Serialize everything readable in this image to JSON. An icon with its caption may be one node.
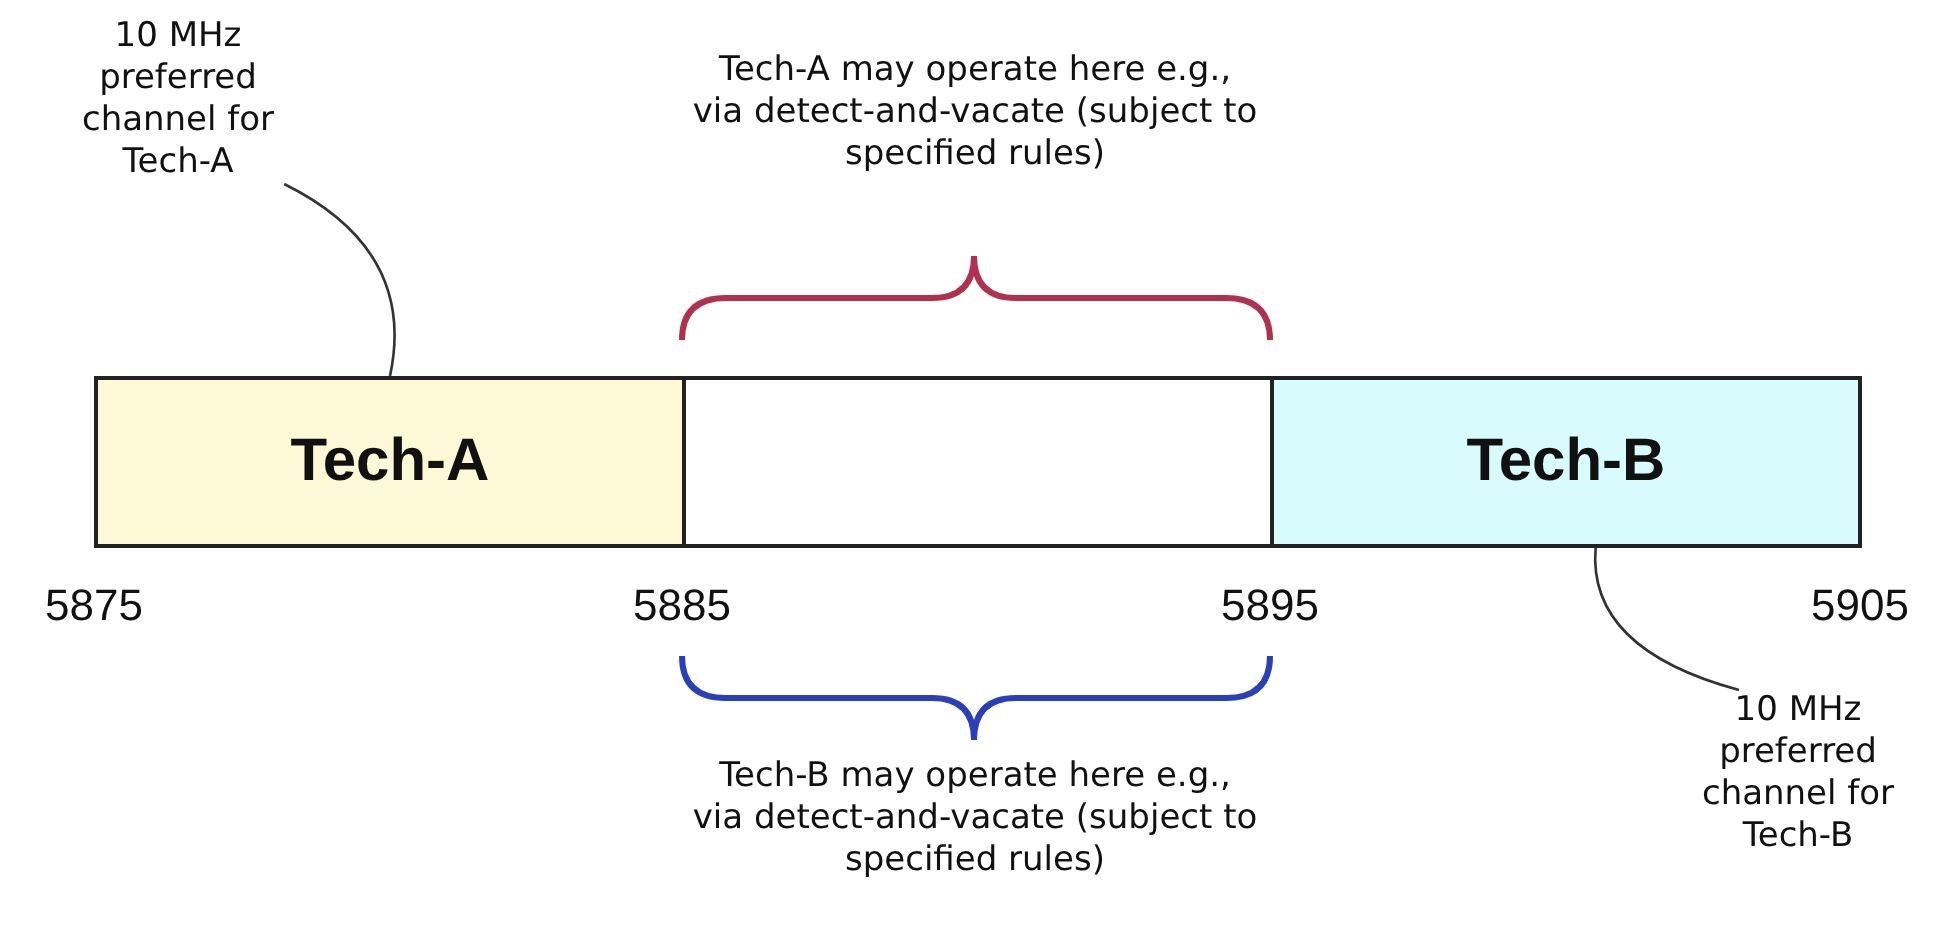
{
  "diagram": {
    "nodes": [
      {
        "text": [
          "10 MHz preferred channel for Tech-A"
        ]
      },
      {
        "text": [
          "Tech-A"
        ]
      },
      {
        "text": [],
        "shape": "box"
      },
      {
        "text": [
          "Tech-B"
        ]
      },
      {
        "text": [
          "10 MHz preferred channel for Tech-B"
        ]
      }
    ],
    "edges": [
      {
        "from": 0,
        "to": 1,
        "arrow": "none"
      },
      {
        "from": 4,
        "to": 3,
        "arrow": "none"
      }
    ],
    "labels": [
      "Tech-A may operate here e.g., via detect-and-vacate (subject to specified rules)",
      "5875",
      "5885",
      "5895",
      "5905",
      "Tech-B may operate here e.g., via detect-and-vacate (subject to specified rules)"
    ]
  }
}
